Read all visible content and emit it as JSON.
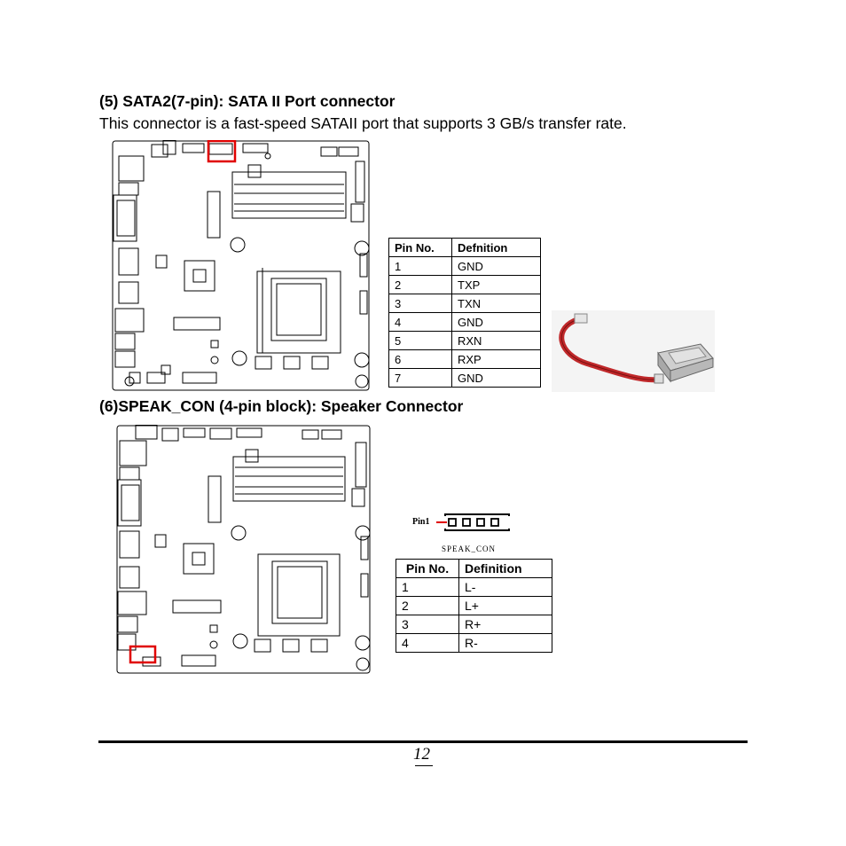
{
  "section5": {
    "heading": "(5) SATA2(7-pin): SATA II Port connector",
    "description": "This connector is a fast-speed SATAII port that supports 3 GB/s transfer rate.",
    "table": {
      "headers": [
        "Pin No.",
        "Defnition"
      ],
      "rows": [
        [
          "1",
          "GND"
        ],
        [
          "2",
          "TXP"
        ],
        [
          "3",
          "TXN"
        ],
        [
          "4",
          "GND"
        ],
        [
          "5",
          "RXN"
        ],
        [
          "6",
          "RXP"
        ],
        [
          "7",
          "GND"
        ]
      ]
    }
  },
  "section6": {
    "heading": "(6)SPEAK_CON (4-pin block): Speaker Connector",
    "connector_pin_label": "Pin1",
    "connector_name": "SPEAK_CON",
    "table": {
      "headers": [
        "Pin No.",
        "Definition"
      ],
      "rows": [
        [
          "1",
          "L-"
        ],
        [
          "2",
          "L+"
        ],
        [
          "3",
          "R+"
        ],
        [
          "4",
          "R-"
        ]
      ]
    }
  },
  "footer": {
    "page_number": "12"
  },
  "colors": {
    "highlight": "#e00000",
    "cable": "#c0282a"
  }
}
